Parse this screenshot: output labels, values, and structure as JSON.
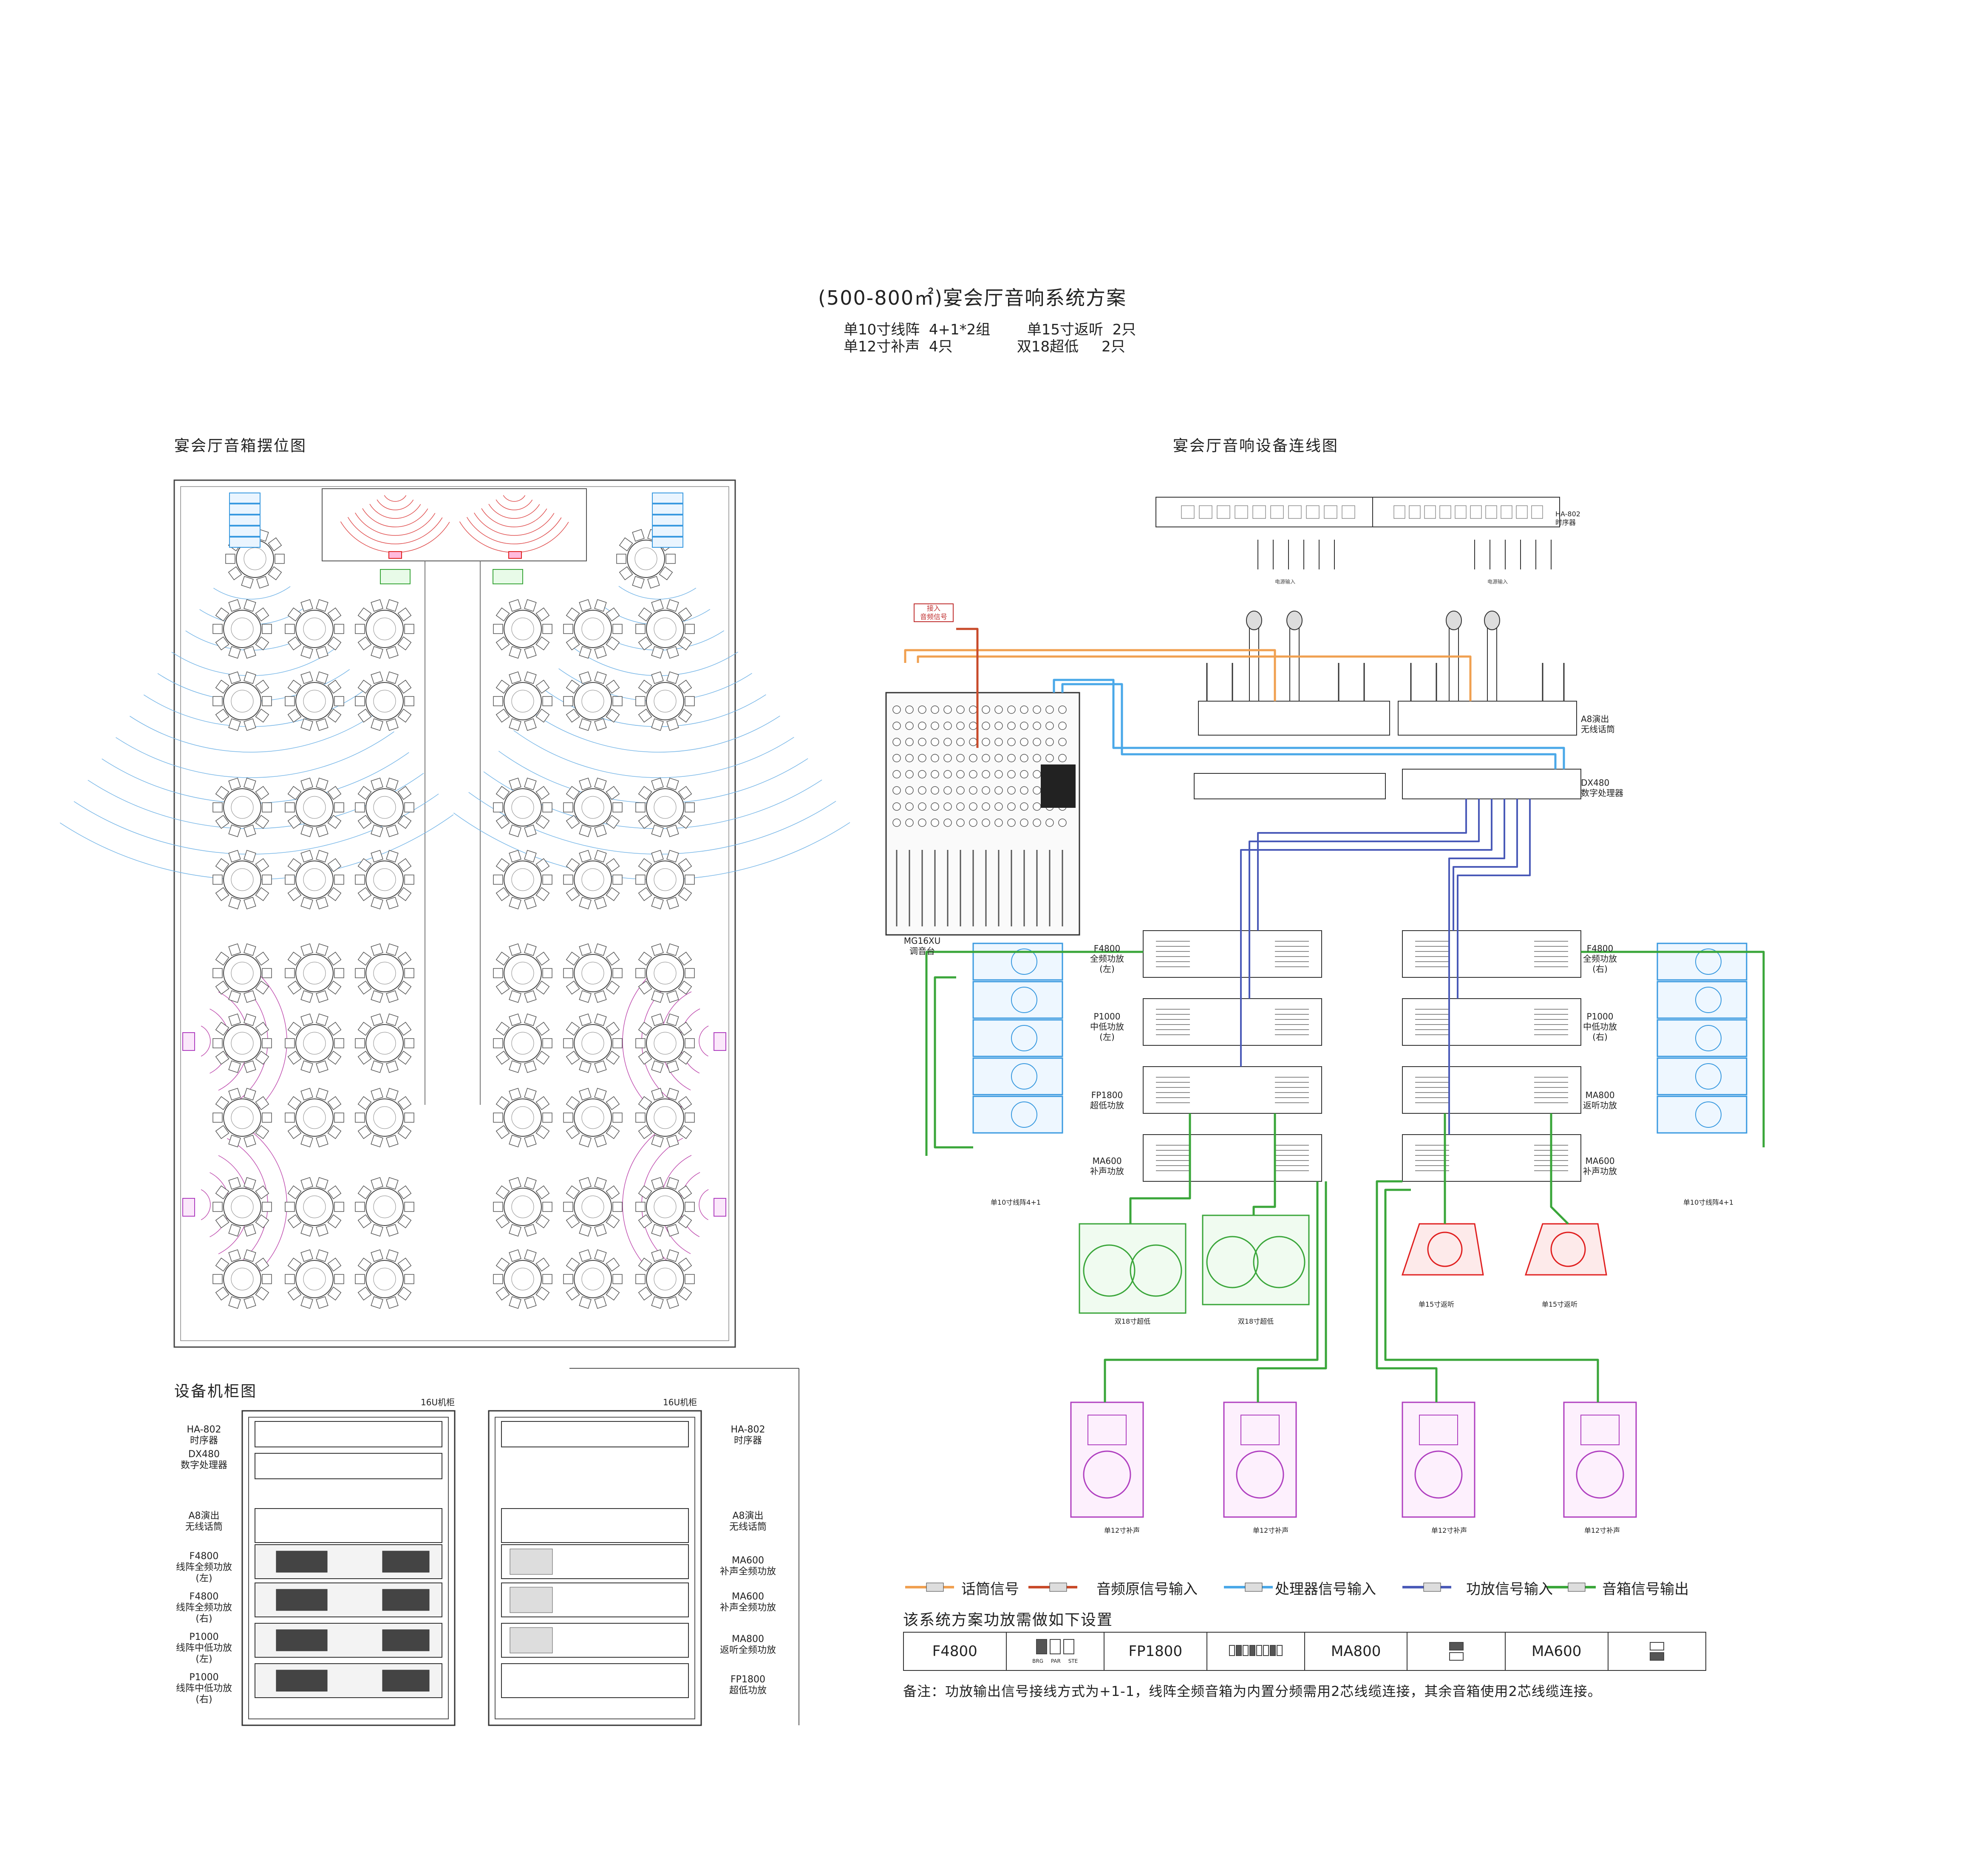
{
  "header": {
    "title": "(500-800㎡)宴会厅音响系统方案",
    "spec_lines": [
      "单10寸线阵  4+1*2组        单15寸返听  2只",
      "单12寸补声  4只              双18超低     2只"
    ]
  },
  "sections": {
    "layout_title": "宴会厅音箱摆位图",
    "wiring_title": "宴会厅音响设备连线图",
    "rack_title": "设备机柜图"
  },
  "wiring": {
    "mic_signal_note": "接入\n音频信号",
    "power_input_left": "电源输入",
    "power_input_right": "电源输入",
    "sequencer_label": "HA-802\n时序器",
    "mixer_label": "MG16XU\n调音台",
    "wireless_label": "A8演出\n无线话筒",
    "processor_label": "DX480\n数字处理器",
    "amps_left": [
      {
        "label": "F4800\n全频功放\n(左)"
      },
      {
        "label": "P1000\n中低功放\n(左)"
      },
      {
        "label": "FP1800\n超低功放"
      },
      {
        "label": "MA600\n补声功放"
      }
    ],
    "amps_right": [
      {
        "label": "F4800\n全频功放\n(右)"
      },
      {
        "label": "P1000\n中低功放\n(右)"
      },
      {
        "label": "MA800\n返听功放"
      },
      {
        "label": "MA600\n补声功放"
      }
    ],
    "line_array_left": "单10寸线阵4+1",
    "line_array_right": "单10寸线阵4+1",
    "subwoofer_left": "双18寸超低",
    "subwoofer_right": "双18寸超低",
    "monitor_left": "单15寸返听",
    "monitor_right": "单15寸返听",
    "fill_labels": [
      "单12寸补声",
      "单12寸补声",
      "单12寸补声",
      "单12寸补声"
    ]
  },
  "rack": {
    "rack_left_title": "16U机柜",
    "rack_right_title": "16U机柜",
    "left_labels": [
      "HA-802\n时序器",
      "DX480\n数字处理器",
      "A8演出\n无线话筒",
      "F4800\n线阵全频功放\n(左)",
      "F4800\n线阵全频功放\n(右)",
      "P1000\n线阵中低功放\n(左)",
      "P1000\n线阵中低功放\n(右)"
    ],
    "right_labels": [
      "HA-802\n时序器",
      "A8演出\n无线话筒",
      "MA600\n补声全频功放",
      "MA600\n补声全频功放",
      "MA800\n返听全频功放",
      "FP1800\n超低功放"
    ]
  },
  "legend": {
    "items": [
      {
        "label": "话筒信号",
        "color": "#f0a050"
      },
      {
        "label": "音频原信号输入",
        "color": "#c84a2a"
      },
      {
        "label": "处理器信号输入",
        "color": "#4aa8e8"
      },
      {
        "label": "功放信号输入",
        "color": "#4a5ab8"
      },
      {
        "label": "音箱信号输出",
        "color": "#3aa63a"
      }
    ]
  },
  "settings": {
    "title": "该系统方案功放需做如下设置",
    "amps": [
      "F4800",
      "FP1800",
      "MA800",
      "MA600"
    ],
    "f4800_switches": [
      "BRG",
      "PAR",
      "STE"
    ],
    "note": "备注：功放输出信号接线方式为+1-1，线阵全频音箱为内置分频需用2芯线缆连接，其余音箱使用2芯线缆连接。"
  },
  "colors": {
    "mic": "#f0a050",
    "audio_source": "#c84a2a",
    "processor": "#4aa8e8",
    "amp_in": "#4a5ab8",
    "speaker_out": "#3aa63a",
    "line_array": "#3a9ae0",
    "fill_speaker": "#b040c0",
    "monitor": "#e02020",
    "coverage_blue": "#7ab8e8",
    "coverage_pink": "#c050b0"
  }
}
